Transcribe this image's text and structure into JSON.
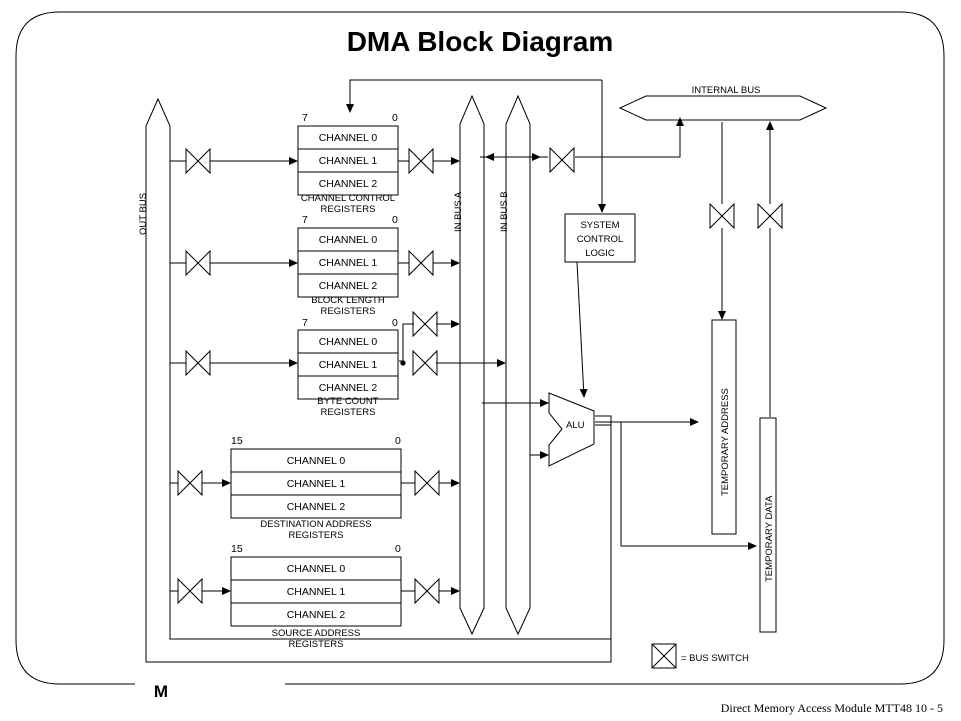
{
  "title": "DMA Block Diagram",
  "corner_label": "M",
  "footer": "Direct Memory Access Module MTT48  10 - 5",
  "buses": {
    "out_bus": "OUT BUS",
    "in_bus_a": "IN BUS A",
    "in_bus_b": "IN BUS B",
    "internal_bus": "INTERNAL BUS"
  },
  "register_groups": [
    {
      "id": "channel-control",
      "caption": [
        "CHANNEL CONTROL",
        "REGISTERS"
      ],
      "high_bit": "7",
      "low_bit": "0",
      "channels": [
        "CHANNEL 0",
        "CHANNEL 1",
        "CHANNEL 2"
      ]
    },
    {
      "id": "block-length",
      "caption": [
        "BLOCK LENGTH",
        "REGISTERS"
      ],
      "high_bit": "7",
      "low_bit": "0",
      "channels": [
        "CHANNEL 0",
        "CHANNEL 1",
        "CHANNEL 2"
      ]
    },
    {
      "id": "byte-count",
      "caption": [
        "BYTE COUNT",
        "REGISTERS"
      ],
      "high_bit": "7",
      "low_bit": "0",
      "channels": [
        "CHANNEL 0",
        "CHANNEL 1",
        "CHANNEL 2"
      ]
    },
    {
      "id": "destination-address",
      "caption": [
        "DESTINATION ADDRESS",
        "REGISTERS"
      ],
      "high_bit": "15",
      "low_bit": "0",
      "channels": [
        "CHANNEL 0",
        "CHANNEL 1",
        "CHANNEL 2"
      ]
    },
    {
      "id": "source-address",
      "caption": [
        "SOURCE ADDRESS",
        "REGISTERS"
      ],
      "high_bit": "15",
      "low_bit": "0",
      "channels": [
        "CHANNEL 0",
        "CHANNEL 1",
        "CHANNEL 2"
      ]
    }
  ],
  "system_control_logic": [
    "SYSTEM",
    "CONTROL",
    "LOGIC"
  ],
  "alu": "ALU",
  "temporary_address": "TEMPORARY ADDRESS",
  "temporary_data": "TEMPORARY DATA",
  "legend": "= BUS SWITCH"
}
